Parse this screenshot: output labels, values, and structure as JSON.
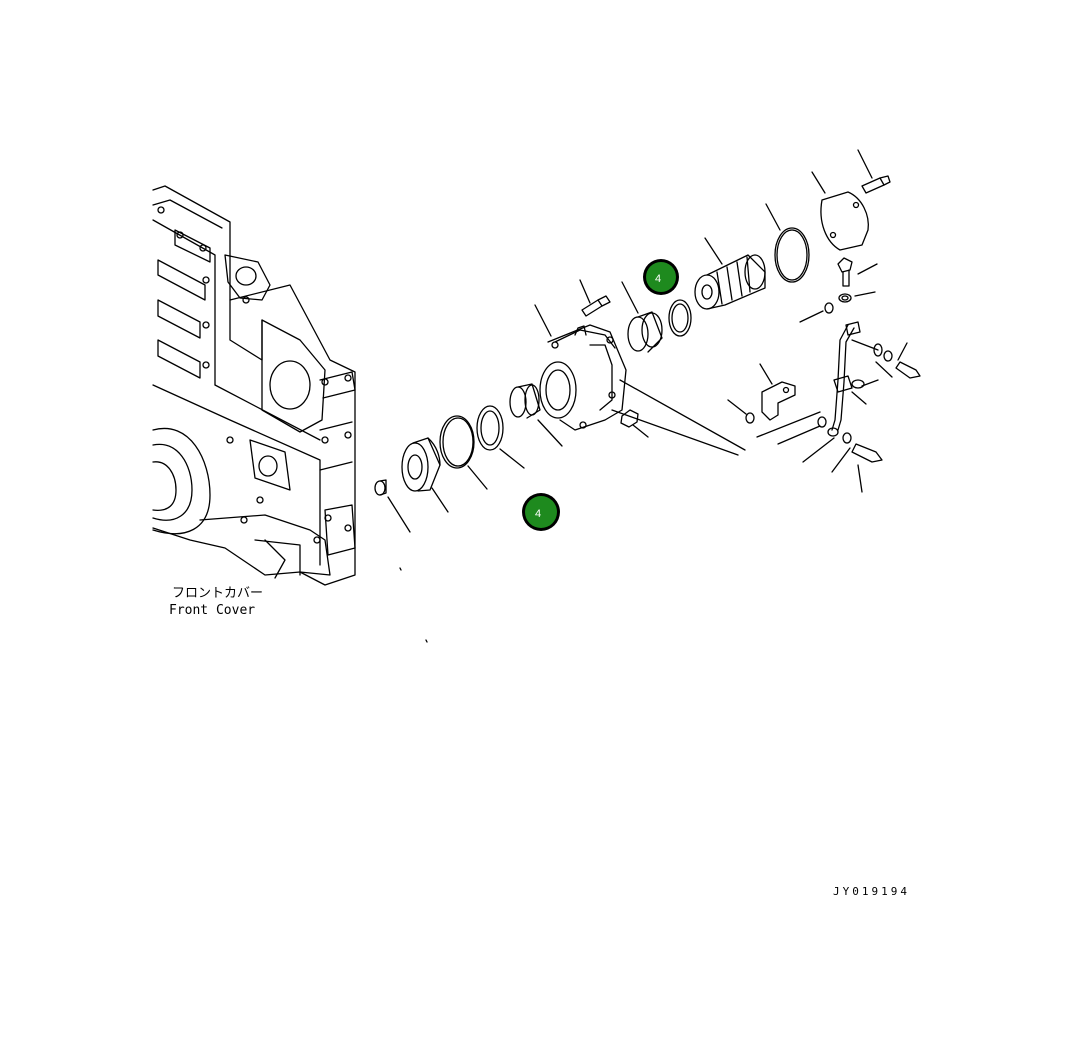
{
  "diagram": {
    "label_jp": "フロントカバー",
    "label_en": "Front Cover",
    "drawing_code": "JY019194",
    "callouts": [
      {
        "label": "4",
        "color": "#1e8a1e"
      },
      {
        "label": "4",
        "color": "#1e8a1e"
      }
    ]
  }
}
